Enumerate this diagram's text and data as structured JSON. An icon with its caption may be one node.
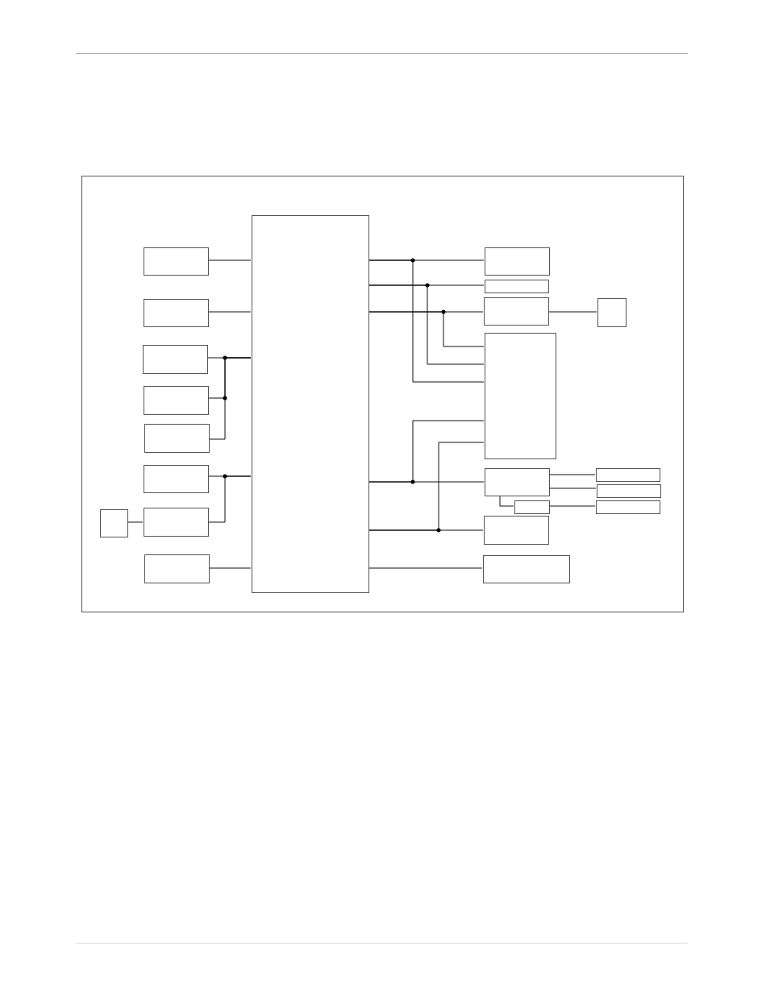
{
  "diagram": {
    "nodes": [
      {
        "text": [],
        "shape": "box"
      },
      {
        "text": [],
        "shape": "box",
        "in": 0
      },
      {
        "text": [],
        "shape": "box",
        "in": 0
      },
      {
        "text": [],
        "shape": "box",
        "in": 0
      },
      {
        "text": [],
        "shape": "box",
        "in": 0
      },
      {
        "text": [],
        "shape": "box",
        "in": 0
      },
      {
        "text": [],
        "shape": "box",
        "in": 0
      },
      {
        "text": [],
        "shape": "box",
        "in": 0
      },
      {
        "text": [],
        "shape": "box",
        "in": 0
      },
      {
        "text": [],
        "shape": "box",
        "in": 0
      },
      {
        "text": [],
        "shape": "box",
        "in": 0
      },
      {
        "text": [],
        "shape": "box",
        "in": 0
      },
      {
        "text": [],
        "shape": "box",
        "in": 0
      },
      {
        "text": [],
        "shape": "box",
        "in": 0
      },
      {
        "text": [],
        "shape": "box",
        "in": 0
      },
      {
        "text": [],
        "shape": "box",
        "in": 0
      },
      {
        "text": [],
        "shape": "box",
        "in": 0
      },
      {
        "text": [],
        "shape": "box",
        "in": 0
      },
      {
        "text": [],
        "shape": "box",
        "in": 0
      },
      {
        "text": [],
        "shape": "box",
        "in": 0
      },
      {
        "text": [],
        "shape": "box",
        "in": 0
      },
      {
        "text": [],
        "shape": "box",
        "in": 0
      },
      {
        "text": [],
        "shape": "box",
        "in": 0
      }
    ],
    "edges": [
      {
        "from": 2,
        "to": 1,
        "arrow": "none"
      },
      {
        "from": 3,
        "to": 1,
        "arrow": "none"
      },
      {
        "from": 4,
        "to": 1,
        "arrow": "none"
      },
      {
        "from": 5,
        "to": 1,
        "arrow": "none"
      },
      {
        "from": 6,
        "to": 1,
        "arrow": "none"
      },
      {
        "from": 7,
        "to": 1,
        "arrow": "none"
      },
      {
        "from": 8,
        "to": 1,
        "arrow": "none"
      },
      {
        "from": 9,
        "to": 8,
        "arrow": "none"
      },
      {
        "from": 10,
        "to": 1,
        "arrow": "none"
      },
      {
        "from": 1,
        "to": 11,
        "arrow": "none"
      },
      {
        "from": 1,
        "to": 15,
        "arrow": "none"
      },
      {
        "from": 1,
        "to": 12,
        "arrow": "none"
      },
      {
        "from": 1,
        "to": 15,
        "arrow": "none"
      },
      {
        "from": 1,
        "to": 13,
        "arrow": "none"
      },
      {
        "from": 1,
        "to": 15,
        "arrow": "none"
      },
      {
        "from": 13,
        "to": 14,
        "arrow": "none"
      },
      {
        "from": 1,
        "to": 16,
        "arrow": "none"
      },
      {
        "from": 1,
        "to": 15,
        "arrow": "none"
      },
      {
        "from": 1,
        "to": 18,
        "arrow": "none"
      },
      {
        "from": 1,
        "to": 15,
        "arrow": "none"
      },
      {
        "from": 1,
        "to": 19,
        "arrow": "none"
      },
      {
        "from": 16,
        "to": 20,
        "arrow": "none"
      },
      {
        "from": 16,
        "to": 21,
        "arrow": "none"
      },
      {
        "from": 16,
        "to": 17,
        "arrow": "none"
      },
      {
        "from": 17,
        "to": 22,
        "arrow": "none"
      }
    ]
  }
}
